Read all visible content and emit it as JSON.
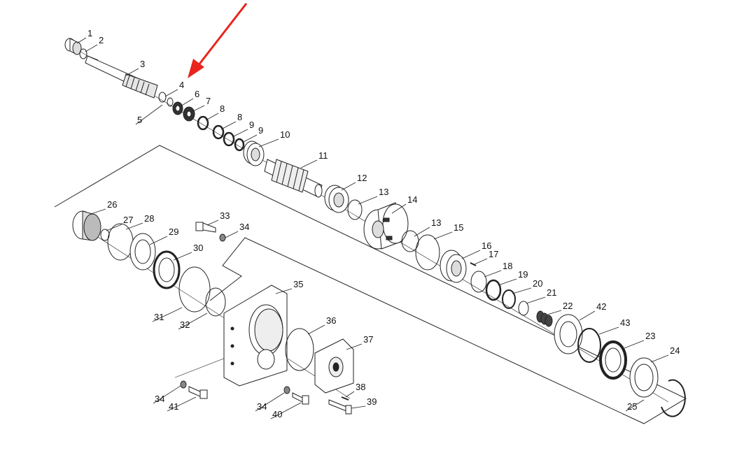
{
  "diagram": {
    "parts": [
      {
        "n": "1",
        "label": "1"
      },
      {
        "n": "2",
        "label": "2"
      },
      {
        "n": "3",
        "label": "3"
      },
      {
        "n": "4",
        "label": "4"
      },
      {
        "n": "5",
        "label": "5"
      },
      {
        "n": "6",
        "label": "6"
      },
      {
        "n": "7",
        "label": "7"
      },
      {
        "n": "8a",
        "label": "8"
      },
      {
        "n": "8b",
        "label": "8"
      },
      {
        "n": "9a",
        "label": "9"
      },
      {
        "n": "9b",
        "label": "9"
      },
      {
        "n": "10",
        "label": "10"
      },
      {
        "n": "11",
        "label": "11"
      },
      {
        "n": "12",
        "label": "12"
      },
      {
        "n": "13a",
        "label": "13"
      },
      {
        "n": "14",
        "label": "14"
      },
      {
        "n": "13b",
        "label": "13"
      },
      {
        "n": "15",
        "label": "15"
      },
      {
        "n": "16",
        "label": "16"
      },
      {
        "n": "17",
        "label": "17"
      },
      {
        "n": "18",
        "label": "18"
      },
      {
        "n": "19",
        "label": "19"
      },
      {
        "n": "20",
        "label": "20"
      },
      {
        "n": "21",
        "label": "21"
      },
      {
        "n": "22",
        "label": "22"
      },
      {
        "n": "42",
        "label": "42"
      },
      {
        "n": "43",
        "label": "43"
      },
      {
        "n": "23",
        "label": "23"
      },
      {
        "n": "24",
        "label": "24"
      },
      {
        "n": "25",
        "label": "25"
      },
      {
        "n": "26",
        "label": "26"
      },
      {
        "n": "27",
        "label": "27"
      },
      {
        "n": "28",
        "label": "28"
      },
      {
        "n": "29",
        "label": "29"
      },
      {
        "n": "30",
        "label": "30"
      },
      {
        "n": "31",
        "label": "31"
      },
      {
        "n": "32",
        "label": "32"
      },
      {
        "n": "33",
        "label": "33"
      },
      {
        "n": "34a",
        "label": "34"
      },
      {
        "n": "35",
        "label": "35"
      },
      {
        "n": "36",
        "label": "36"
      },
      {
        "n": "37",
        "label": "37"
      },
      {
        "n": "38",
        "label": "38"
      },
      {
        "n": "39",
        "label": "39"
      },
      {
        "n": "34b",
        "label": "34"
      },
      {
        "n": "41",
        "label": "41"
      },
      {
        "n": "34c",
        "label": "34"
      },
      {
        "n": "40",
        "label": "40"
      }
    ],
    "colors": {
      "line": "#222222",
      "arrow": "#e8241c",
      "fill": "#ffffff",
      "shade": "#d9d9d9"
    }
  }
}
